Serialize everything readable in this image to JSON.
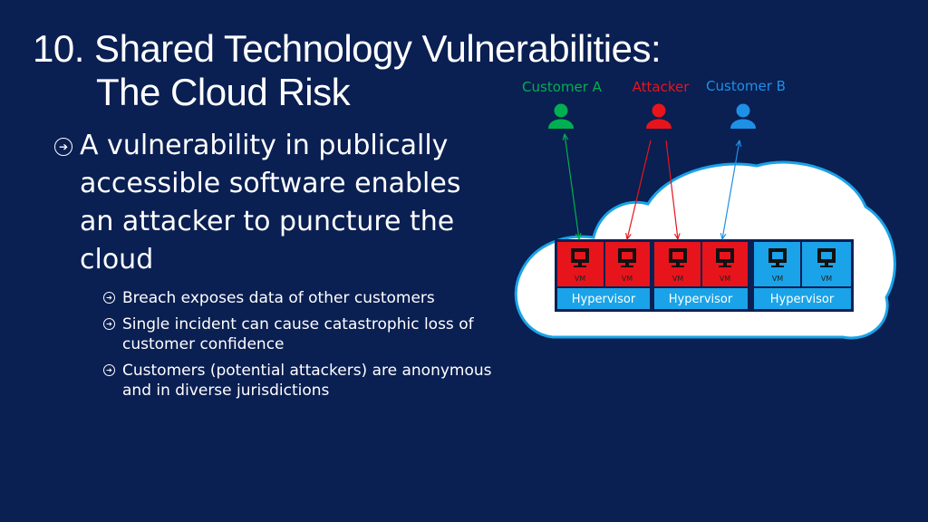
{
  "slide": {
    "title_line1": "10. Shared Technology Vulnerabilities:",
    "title_line2": "The Cloud Risk",
    "main_bullet": "A vulnerability in publically accessible software enables an attacker to puncture the cloud",
    "sub_bullets": [
      "Breach exposes data of other customers",
      "Single incident can cause catastrophic loss of customer confidence",
      "Customers (potential attackers) are anonymous and in diverse jurisdictions"
    ]
  },
  "diagram": {
    "users": [
      {
        "label": "Customer A",
        "color": "#00b050"
      },
      {
        "label": "Attacker",
        "color": "#e8141c"
      },
      {
        "label": "Customer B",
        "color": "#1e90e6"
      }
    ],
    "hosts": [
      {
        "hypervisor_label": "Hypervisor",
        "vm_color": "#e8141c",
        "vms": [
          "VM",
          "VM"
        ]
      },
      {
        "hypervisor_label": "Hypervisor",
        "vm_color": "#e8141c",
        "vms": [
          "VM",
          "VM"
        ]
      },
      {
        "hypervisor_label": "Hypervisor",
        "vm_color": "#1aa3e8",
        "vms": [
          "VM",
          "VM"
        ]
      }
    ],
    "colors": {
      "background": "#0a1f52",
      "cloud_fill": "#ffffff",
      "cloud_stroke": "#1aa3e8",
      "hypervisor_fill": "#1aa3e8",
      "host_border": "#0a1f52"
    }
  }
}
